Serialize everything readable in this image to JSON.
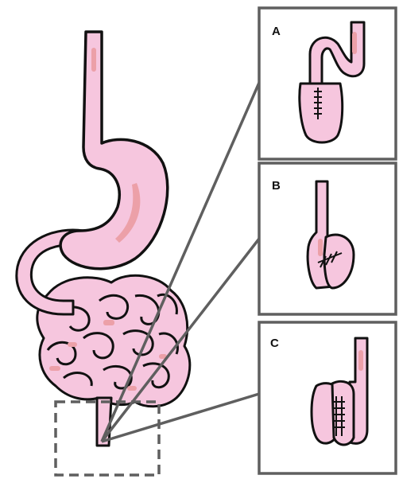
{
  "colors": {
    "tissue_fill": "#f6c6de",
    "tissue_highlight": "#eca0a8",
    "outline": "#111111",
    "frame": "#5f5f5f",
    "dashed_box": "#5f5f5f",
    "background": "#ffffff"
  },
  "panels": [
    {
      "label": "A"
    },
    {
      "label": "B"
    },
    {
      "label": "C"
    }
  ]
}
